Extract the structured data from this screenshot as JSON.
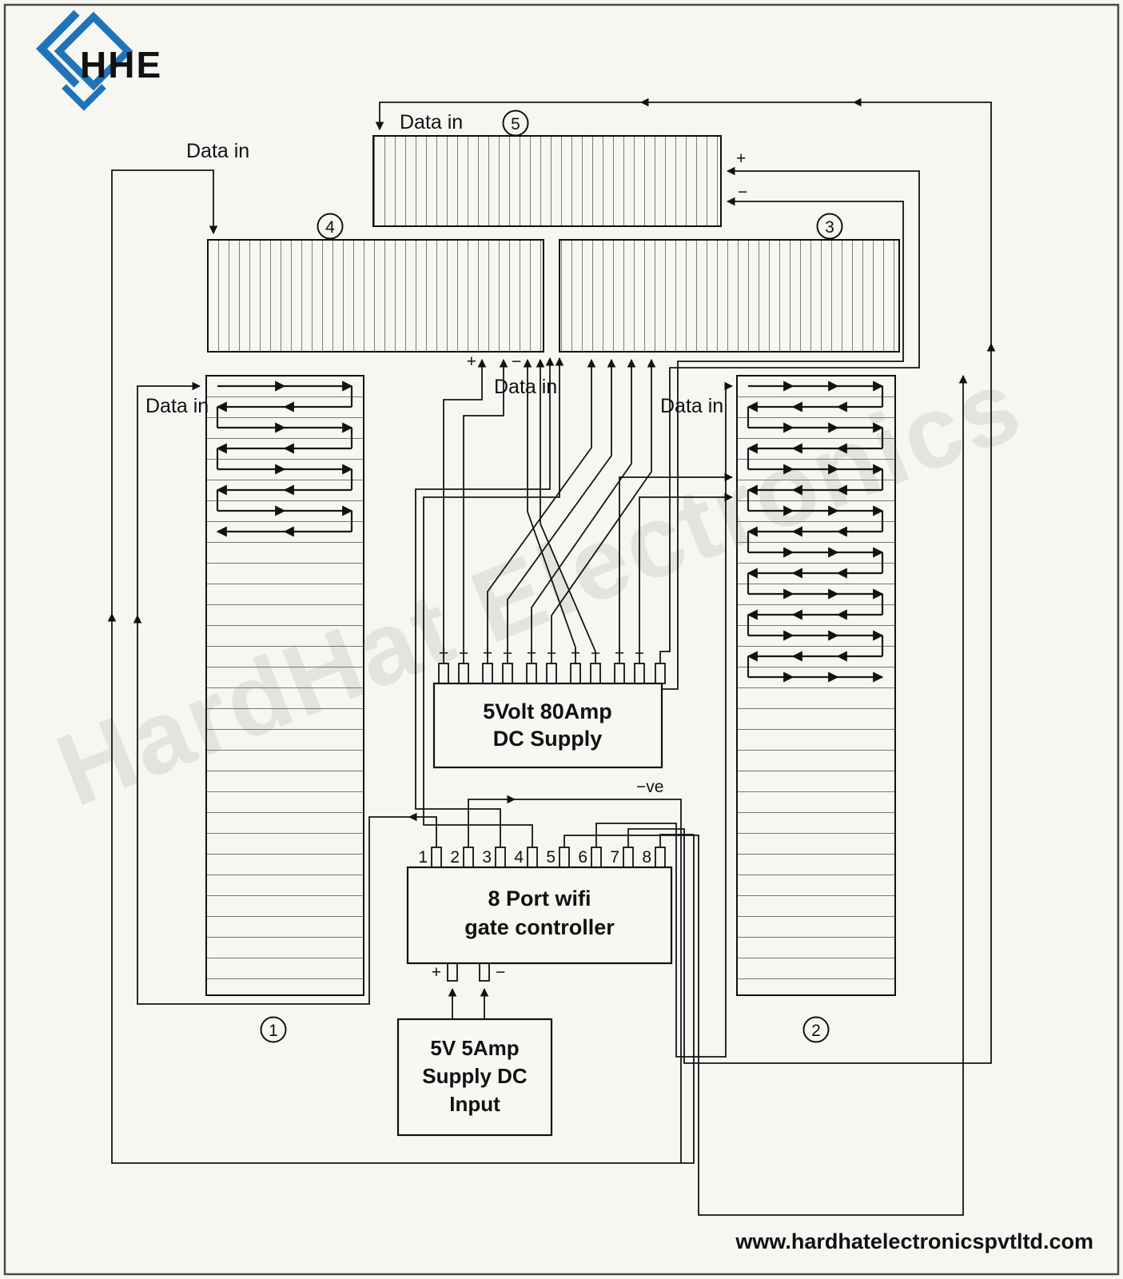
{
  "logo": {
    "text": "HHE",
    "color": "#2173b8"
  },
  "watermark": {
    "text": "HardHat Electronics"
  },
  "footer": {
    "url": "www.hardhatelectronicspvtltd.com",
    "color": "#1b3a8c"
  },
  "labels": {
    "data_in": "Data in",
    "plus": "+",
    "minus": "−",
    "neg_ve": "−ve"
  },
  "panels": [
    {
      "number": "1"
    },
    {
      "number": "2"
    },
    {
      "number": "3"
    },
    {
      "number": "4"
    },
    {
      "number": "5"
    }
  ],
  "boxes": {
    "dc_supply": {
      "line1": "5Volt 80Amp",
      "line2": "DC Supply"
    },
    "controller": {
      "line1": "8 Port wifi",
      "line2": "gate controller",
      "ports": [
        "1",
        "2",
        "3",
        "4",
        "5",
        "6",
        "7",
        "8"
      ]
    },
    "input_supply": {
      "line1": "5V 5Amp",
      "line2": "Supply DC",
      "line3": "Input"
    }
  }
}
